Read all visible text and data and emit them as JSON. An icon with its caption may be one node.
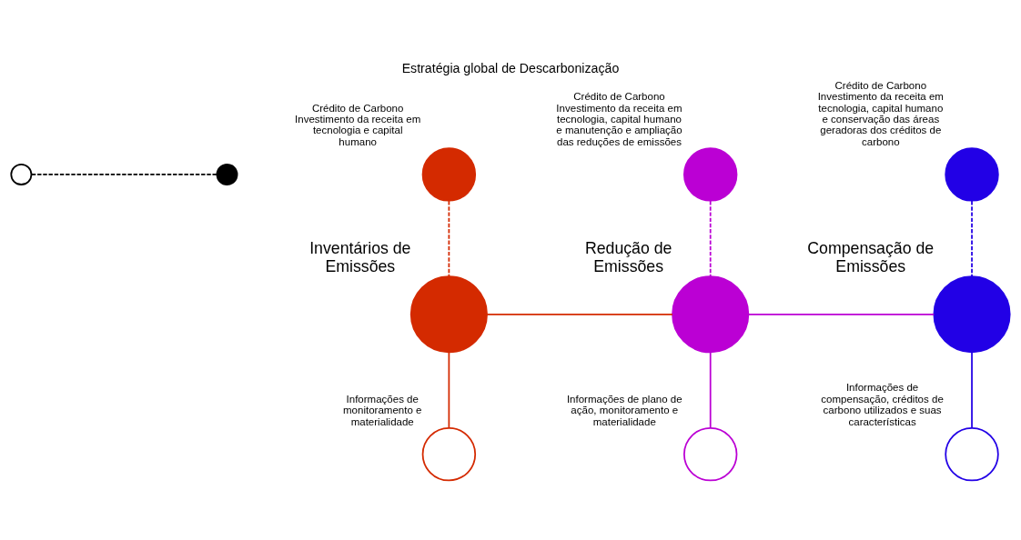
{
  "diagram": {
    "title": "Estratégia global de Descarbonização",
    "nodes": [
      {
        "text": [],
        "shape": "circle"
      },
      {
        "text": [],
        "shape": "circle"
      },
      {
        "text": [],
        "shape": "circle",
        "beside": [
          "Crédito de Carbono",
          "Investimento da receita em tecnologia e capital humano"
        ]
      },
      {
        "text": [],
        "shape": "circle",
        "beside": [
          "Crédito de Carbono",
          "Investimento da receita em tecnologia, capital humano e manutenção e ampliação das reduções de emissões"
        ]
      },
      {
        "text": [],
        "shape": "circle",
        "beside": [
          "Crédito de Carbono",
          "Investimento da receita em tecnologia, capital humano e conservação das áreas geradoras dos créditos de carbono"
        ]
      },
      {
        "text": [],
        "shape": "circle",
        "beside": [
          "Inventários de Emissões"
        ]
      },
      {
        "text": [],
        "shape": "circle",
        "beside": [
          "Redução de Emissões"
        ]
      },
      {
        "text": [],
        "shape": "circle",
        "beside": [
          "Compensação de Emissões"
        ]
      },
      {
        "text": [],
        "shape": "circle",
        "beside": [
          "Informações de monitoramento e materialidade"
        ]
      },
      {
        "text": [],
        "shape": "circle",
        "beside": [
          "Informações de plano de ação, monitoramento e materialidade"
        ]
      },
      {
        "text": [],
        "shape": "circle",
        "beside": [
          "Informações de compensação, créditos de carbono utilizados e suas características"
        ]
      }
    ],
    "edges": [
      {
        "from": 0,
        "to": 1,
        "arrow": "none",
        "style": "dashed",
        "color": "#000000"
      },
      {
        "from": 2,
        "to": 5,
        "arrow": "none",
        "style": "dashed",
        "color": "#d42a00"
      },
      {
        "from": 3,
        "to": 6,
        "arrow": "none",
        "style": "dashed",
        "color": "#bb00d4"
      },
      {
        "from": 4,
        "to": 7,
        "arrow": "none",
        "style": "dashed",
        "color": "#2200e6"
      },
      {
        "from": 5,
        "to": 6,
        "arrow": "none",
        "color": "#d42a00"
      },
      {
        "from": 6,
        "to": 7,
        "arrow": "none",
        "color": "#bb00d4"
      },
      {
        "from": 5,
        "to": 8,
        "arrow": "none",
        "color": "#d42a00"
      },
      {
        "from": 6,
        "to": 9,
        "arrow": "none",
        "color": "#bb00d4"
      },
      {
        "from": 7,
        "to": 10,
        "arrow": "none",
        "color": "#2200e6"
      }
    ]
  }
}
